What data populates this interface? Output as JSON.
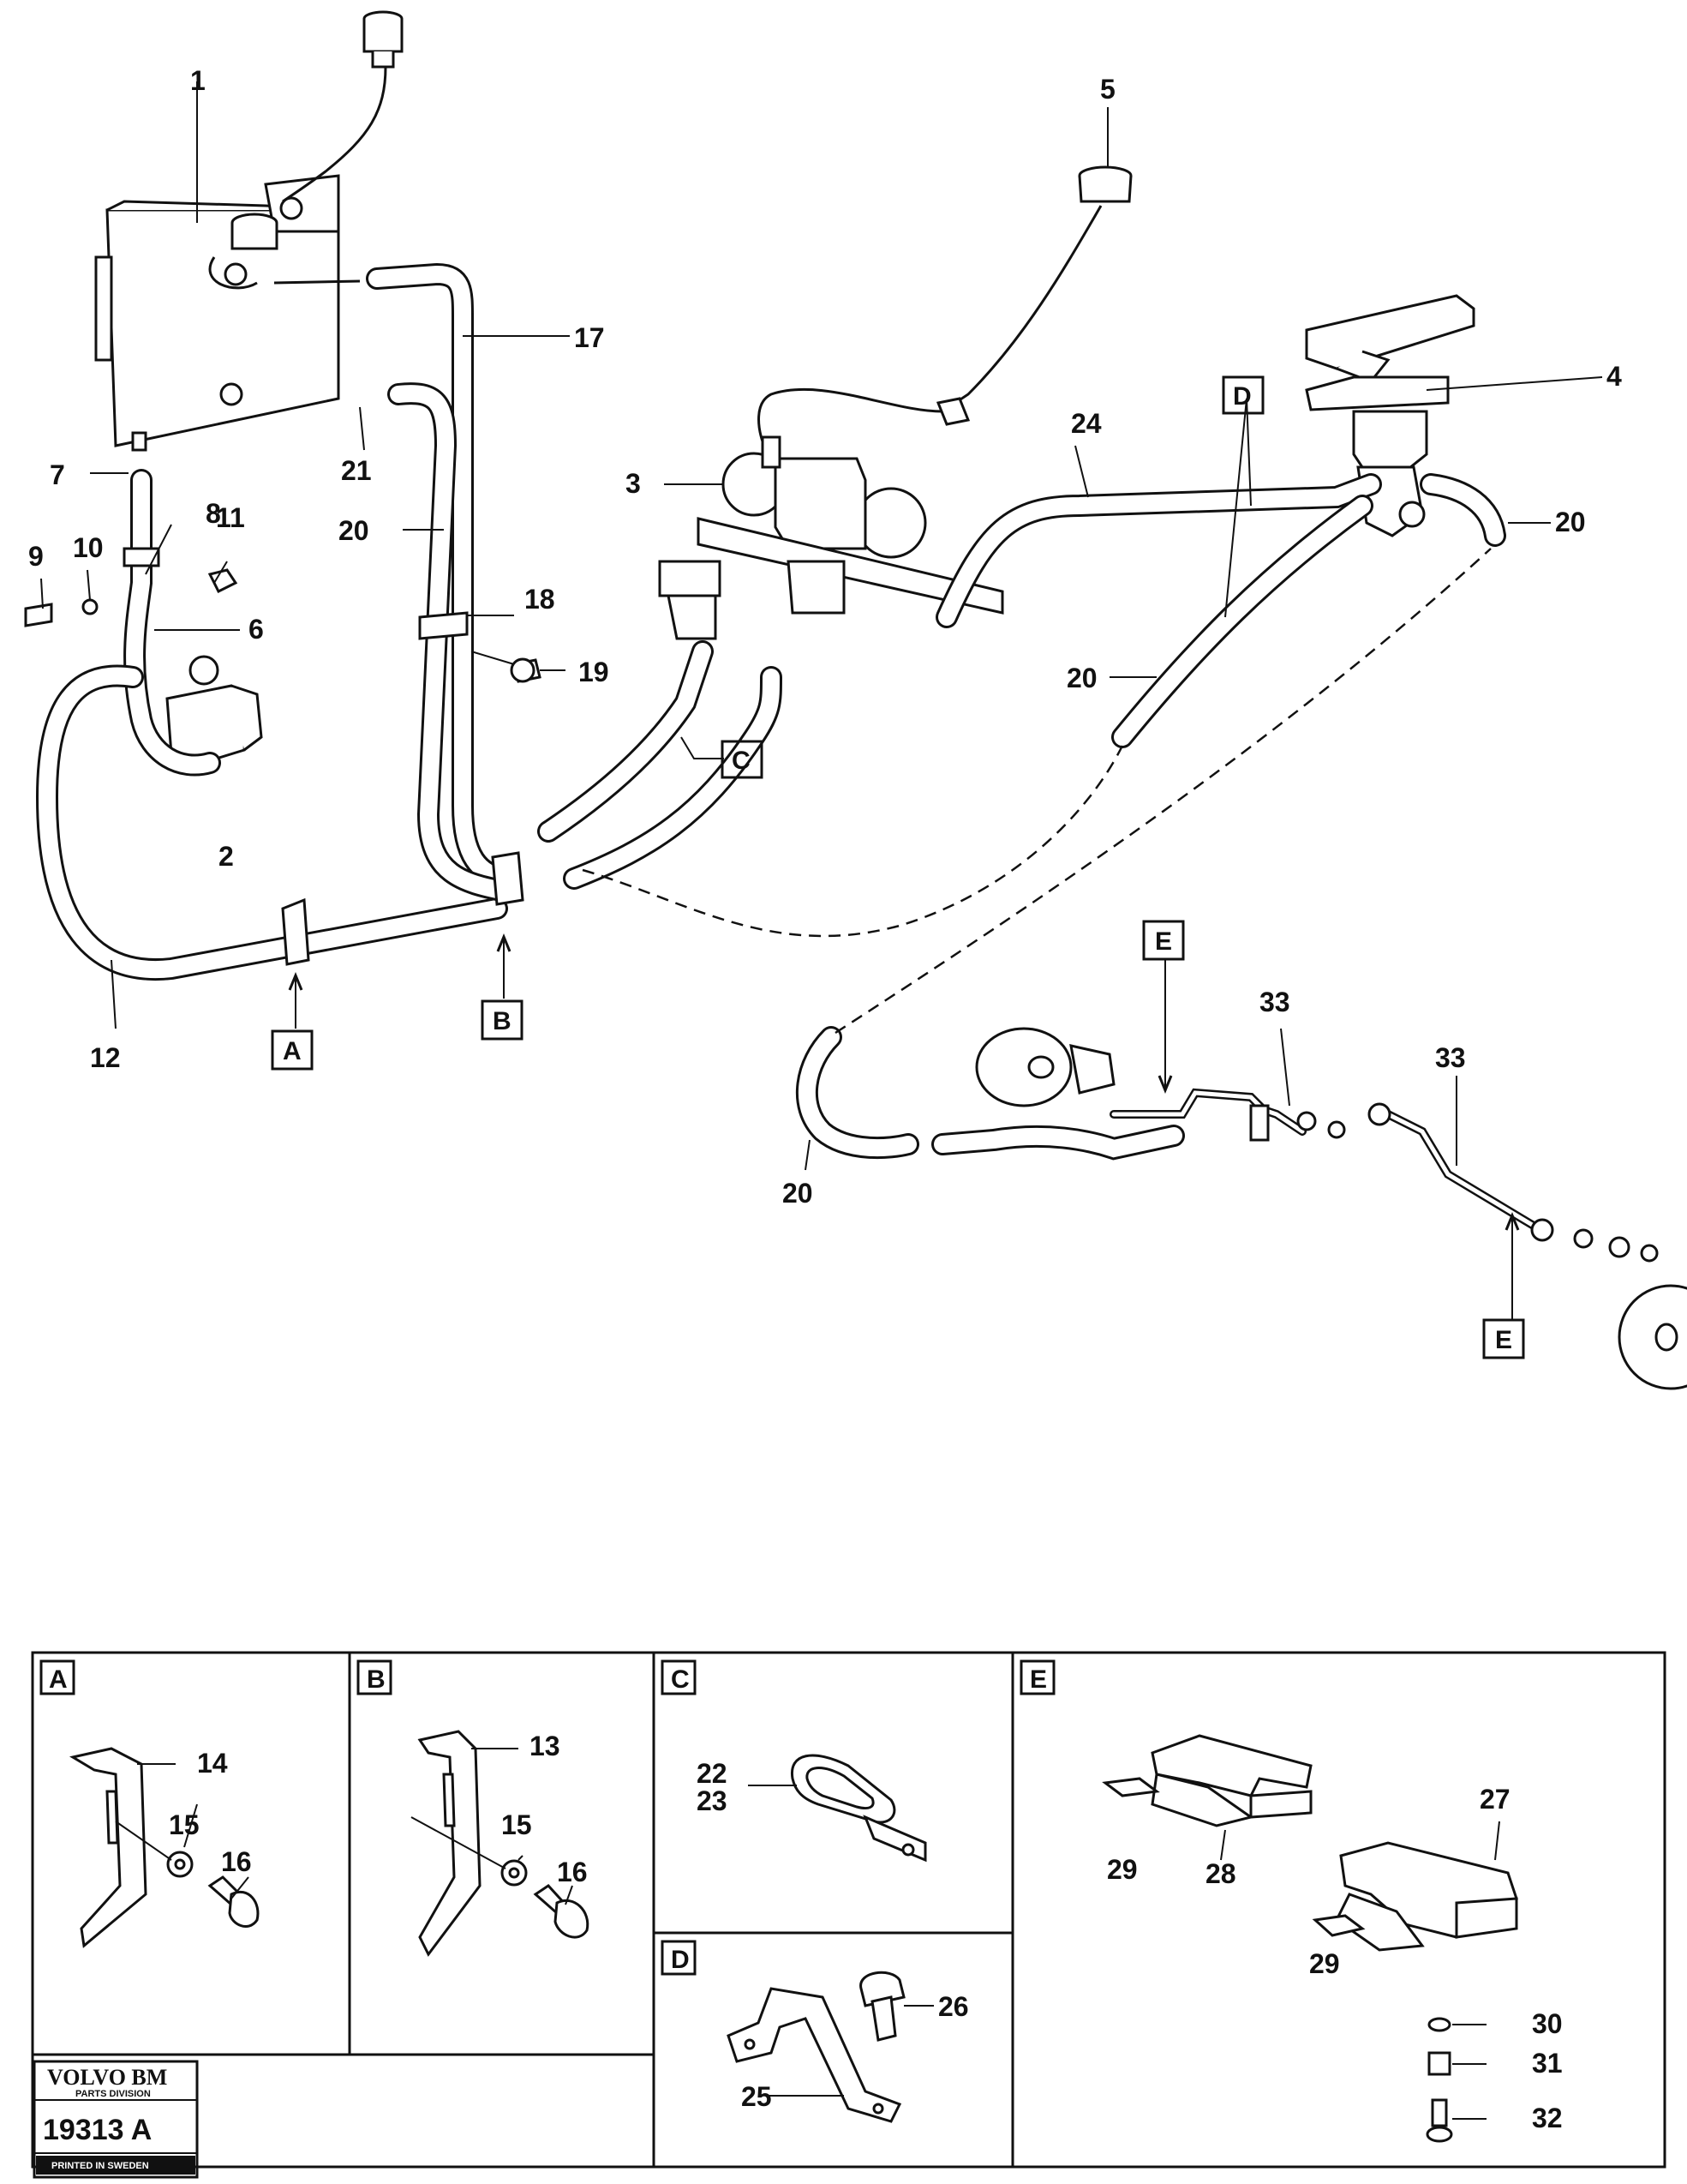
{
  "callouts": {
    "n1": "1",
    "n2": "2",
    "n3": "3",
    "n4": "4",
    "n5": "5",
    "n6": "6",
    "n7": "7",
    "n8": "8",
    "n9": "9",
    "n10": "10",
    "n11": "11",
    "n12": "12",
    "n17": "17",
    "n18": "18",
    "n19": "19",
    "n20": "20",
    "n21": "21",
    "n24": "24",
    "n33": "33"
  },
  "view_refs": {
    "a": "A",
    "b": "B",
    "c": "C",
    "d": "D",
    "e": "E"
  },
  "detail_panels": {
    "a": {
      "letter": "A",
      "parts": [
        "14",
        "15",
        "16"
      ]
    },
    "b": {
      "letter": "B",
      "parts": [
        "13",
        "15",
        "16"
      ]
    },
    "c": {
      "letter": "C",
      "parts": [
        "22",
        "23"
      ]
    },
    "d": {
      "letter": "D",
      "parts": [
        "26",
        "25"
      ]
    },
    "e": {
      "letter": "E",
      "parts": [
        "29",
        "28",
        "27",
        "29",
        "30",
        "31",
        "32"
      ]
    }
  },
  "logo": {
    "brand": "VOLVO BM",
    "division": "PARTS DIVISION",
    "drawing_number": "19313 A",
    "printed": "PRINTED IN SWEDEN"
  }
}
